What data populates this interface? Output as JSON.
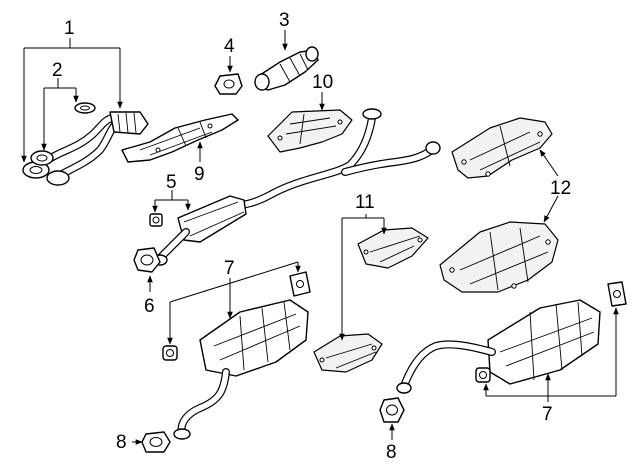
{
  "callouts": {
    "c1": "1",
    "c2": "2",
    "c3": "3",
    "c4": "4",
    "c5": "5",
    "c6": "6",
    "c7a": "7",
    "c7b": "7",
    "c8a": "8",
    "c8b": "8",
    "c9": "9",
    "c10": "10",
    "c11": "11",
    "c12": "12"
  }
}
